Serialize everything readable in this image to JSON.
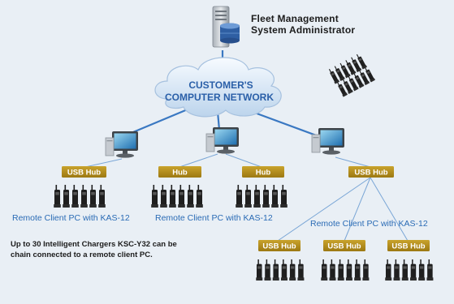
{
  "admin": {
    "line1": "Fleet Management",
    "line2": "System Administrator"
  },
  "network": {
    "line1": "CUSTOMER'S",
    "line2": "COMPUTER NETWORK"
  },
  "hubs": {
    "left": "USB Hub",
    "mid_a": "Hub",
    "mid_b": "Hub",
    "right": "USB Hub",
    "sub_1": "USB Hub",
    "sub_2": "USB Hub",
    "sub_3": "USB Hub"
  },
  "remote_labels": {
    "first": "Remote Client PC with KAS-12",
    "second": "Remote Client PC with KAS-12",
    "third": "Remote Client PC with KAS-12"
  },
  "note": "Up to 30 Intelligent Chargers KSC-Y32 can be chain connected to a remote client PC.",
  "colors": {
    "background": "#e9eff5",
    "cloud": "#c9dcef",
    "cloud_text": "#2a5fa8",
    "hub": "#b58f1e",
    "hub_text": "#ffffff",
    "link": "#3a78c2",
    "label_blue": "#2a6bb5"
  }
}
